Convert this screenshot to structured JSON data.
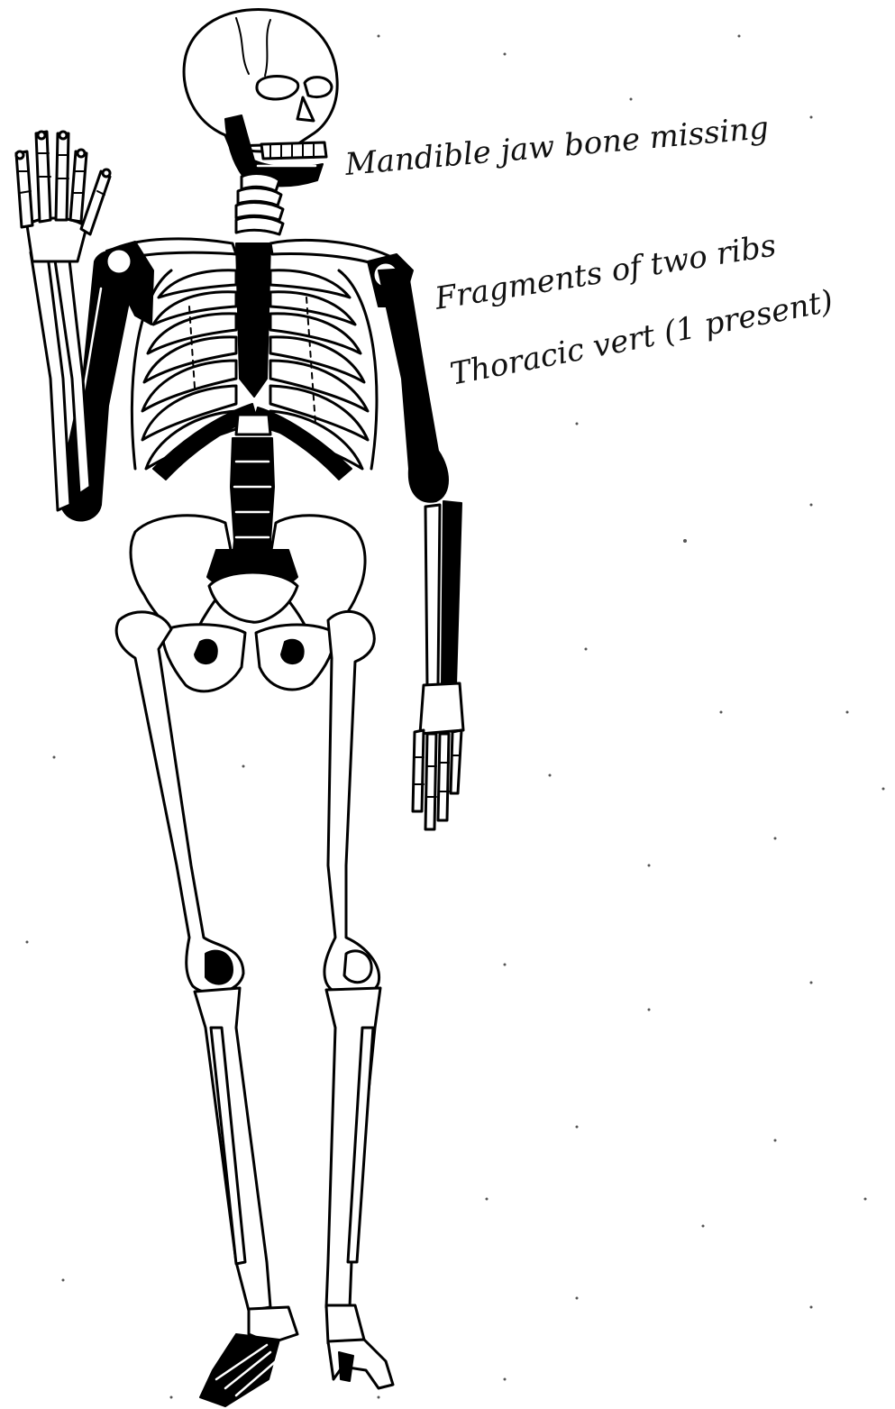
{
  "annotations": [
    {
      "text": "Mandible jaw bone missing"
    },
    {
      "text": "Fragments of two ribs"
    },
    {
      "text": "Thoracic vert (1 present)"
    }
  ],
  "colors": {
    "missing_bone_fill": "#000000",
    "present_bone_fill": "#ffffff",
    "outline": "#000000"
  },
  "legend_meaning": {
    "black": "missing",
    "white": "present"
  }
}
